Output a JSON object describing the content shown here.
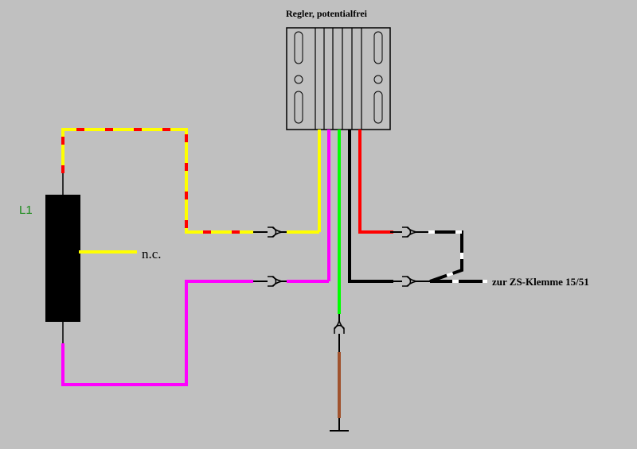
{
  "labels": {
    "regulator_title": "Regler, potentialfrei",
    "coil": "L1",
    "not_connected": "n.c.",
    "ignition_terminal": "zur ZS-Klemme 15/51"
  },
  "colors": {
    "background": "#c0c0c0",
    "yellow": "#ffff00",
    "red": "#ff0000",
    "magenta": "#ff00ff",
    "green": "#00ff00",
    "black": "#000000",
    "white": "#ffffff",
    "brown": "#a0522d",
    "regulator_fill": "#c0c0c0",
    "coil_fill": "#000000",
    "coil_label": "#1a8a1a"
  },
  "icons": [
    "connector-icon",
    "ground-icon"
  ]
}
